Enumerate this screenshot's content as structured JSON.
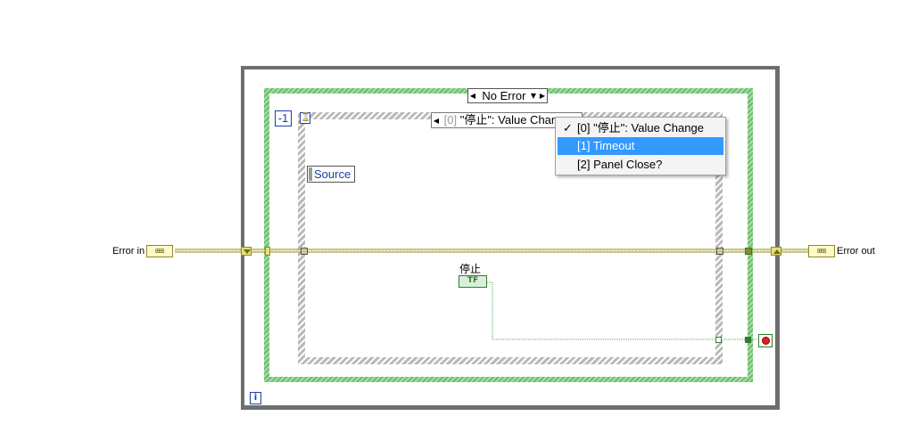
{
  "case_structure": {
    "selector_label": "No Error"
  },
  "event_structure": {
    "timeout_value": "-1",
    "selector_index": "[0]",
    "selector_text": " \"停止\": Value Chan",
    "source_label": "Source"
  },
  "event_menu": {
    "items": [
      {
        "label": "[0]  \"停止\": Value Change",
        "checked": true
      },
      {
        "label": "[1]  Timeout",
        "highlighted": true
      },
      {
        "label": "[2]  Panel Close?"
      }
    ],
    "check_glyph": "✓"
  },
  "terminals": {
    "error_in_label": "Error in",
    "error_out_label": "Error out",
    "cluster_glyph": "⊞⊞",
    "stop_control_label": "停止",
    "bool_glyph": "TF",
    "iteration_glyph": "i"
  },
  "colors": {
    "while_loop": "#6e6e6e",
    "case_border": "#6bbf6b",
    "event_border": "#c9c9c9",
    "error_wire": "#8a8a2e",
    "bool_wire": "#5ba85b",
    "menu_highlight": "#3399ff"
  }
}
